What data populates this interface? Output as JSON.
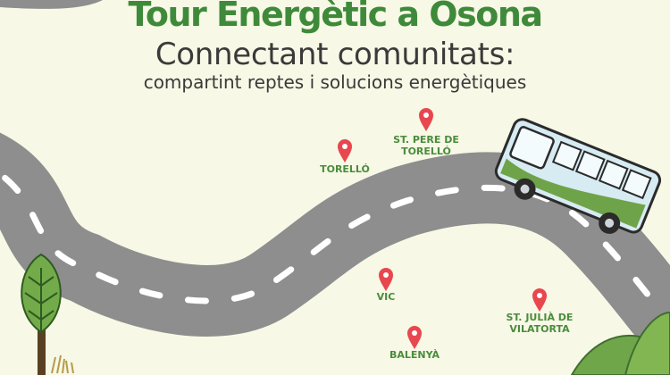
{
  "poster": {
    "title": "Tour Energètic a Osona",
    "subtitle": "Connectant comunitats:",
    "tagline": "compartint reptes i solucions energètiques"
  },
  "locations": [
    {
      "id": "torello",
      "label": "TORELLÓ"
    },
    {
      "id": "st-pere",
      "label": "ST. PERE DE\nTORELLÓ"
    },
    {
      "id": "vic",
      "label": "VIC"
    },
    {
      "id": "st-julia",
      "label": "ST. JULIÀ DE\nVILATORTA"
    },
    {
      "id": "balenya",
      "label": "BALENYÀ"
    }
  ],
  "colors": {
    "background": "#f7f8e6",
    "title_green": "#3f8a3a",
    "label_green": "#4a8c3c",
    "road": "#8e8e8e",
    "pin": "#e8474f",
    "bus": "#d7ebf2"
  },
  "icons": [
    "map-pin-icon",
    "bus-icon",
    "tree-icon",
    "hill-icon"
  ]
}
